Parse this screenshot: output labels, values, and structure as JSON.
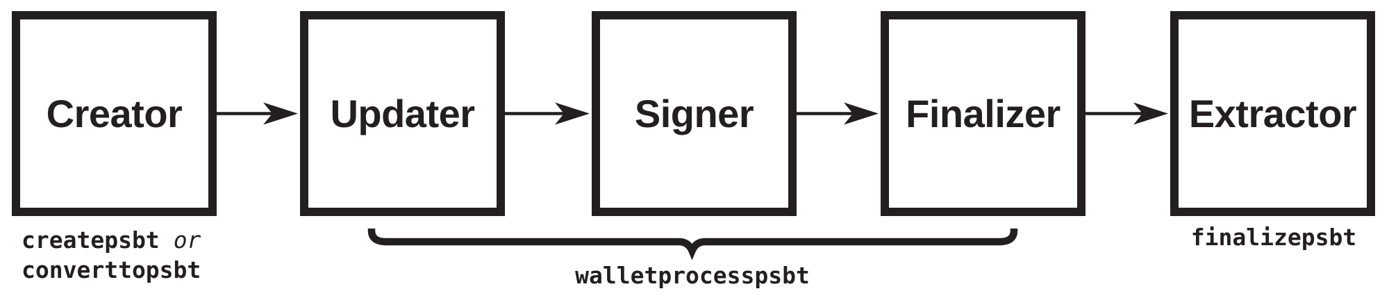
{
  "boxes": [
    {
      "label": "Creator"
    },
    {
      "label": "Updater"
    },
    {
      "label": "Signer"
    },
    {
      "label": "Finalizer"
    },
    {
      "label": "Extractor"
    }
  ],
  "captions": {
    "creator_line1_code": "createpsbt",
    "creator_line1_conj": "or",
    "creator_line2_code": "converttopsbt",
    "brace_label": "walletprocesspsbt",
    "extractor_label": "finalizepsbt"
  },
  "icons": {
    "arrow": "right-arrow-icon",
    "brace": "bottom-curly-brace-icon"
  },
  "colors": {
    "ink": "#231f20",
    "background": "#ffffff"
  }
}
